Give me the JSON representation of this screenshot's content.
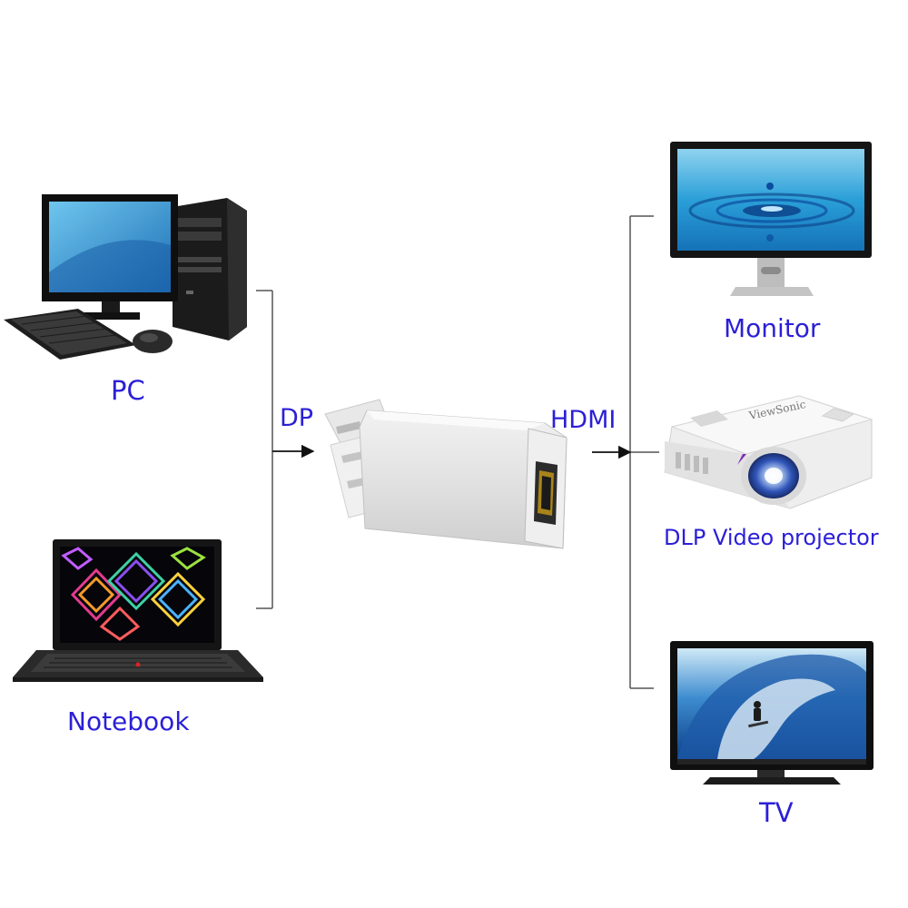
{
  "labels": {
    "pc": "PC",
    "notebook": "Notebook",
    "dp": "DP",
    "hdmi": "HDMI",
    "monitor": "Monitor",
    "projector": "DLP Video projector",
    "tv": "TV"
  },
  "devices": {
    "pc_icon": "desktop-computer-icon",
    "notebook_icon": "laptop-icon",
    "adapter_icon": "dp-to-hdmi-adapter-icon",
    "monitor_icon": "monitor-icon",
    "projector_icon": "projector-icon",
    "tv_icon": "tv-icon"
  },
  "projector_brand": "ViewSonic",
  "colors": {
    "label": "#2b1fd6",
    "connector": "#555555",
    "arrow": "#111111"
  }
}
